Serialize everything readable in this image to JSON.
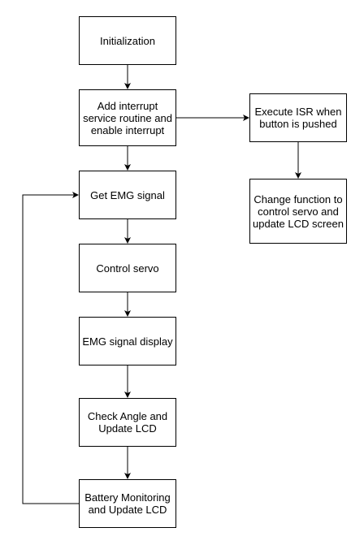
{
  "nodes": {
    "initialization": "Initialization",
    "add_isr": "Add interrupt service routine and enable interrupt",
    "get_emg": "Get EMG signal",
    "control_servo": "Control servo",
    "emg_display": "EMG signal display",
    "check_angle": "Check Angle and Update LCD",
    "battery": "Battery Monitoring and Update LCD",
    "execute_isr": "Execute ISR when button is pushed",
    "change_function": "Change function to control servo and update LCD screen"
  },
  "colors": {
    "stroke": "#000000",
    "fill": "#ffffff"
  }
}
